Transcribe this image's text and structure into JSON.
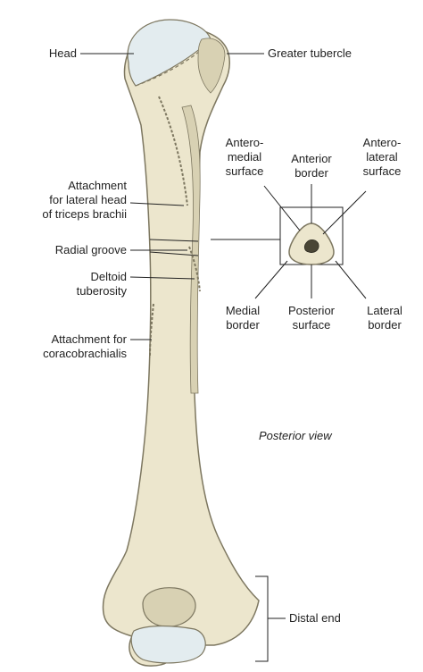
{
  "colors": {
    "bone_fill": "#ece6cd",
    "bone_edge": "#7d7760",
    "bone_shade": "#d8d1b3",
    "articular_fill": "#e3ecef",
    "leader_line": "#222222",
    "text": "#222222"
  },
  "labels": {
    "head": "Head",
    "greater_tubercle": "Greater tubercle",
    "triceps_line1": "Attachment",
    "triceps_line2": "for lateral head",
    "triceps_line3": "of triceps brachii",
    "radial_groove": "Radial groove",
    "deltoid_line1": "Deltoid",
    "deltoid_line2": "tuberosity",
    "coraco_line1": "Attachment for",
    "coraco_line2": "coracobrachialis",
    "anteromedial_line1": "Antero-",
    "anteromedial_line2": "medial",
    "anteromedial_line3": "surface",
    "anterior_line1": "Anterior",
    "anterior_line2": "border",
    "anterolateral_line1": "Antero-",
    "anterolateral_line2": "lateral",
    "anterolateral_line3": "surface",
    "medial_line1": "Medial",
    "medial_line2": "border",
    "posterior_line1": "Posterior",
    "posterior_line2": "surface",
    "lateral_line1": "Lateral",
    "lateral_line2": "border",
    "view": "Posterior view",
    "distal_end": "Distal end"
  }
}
